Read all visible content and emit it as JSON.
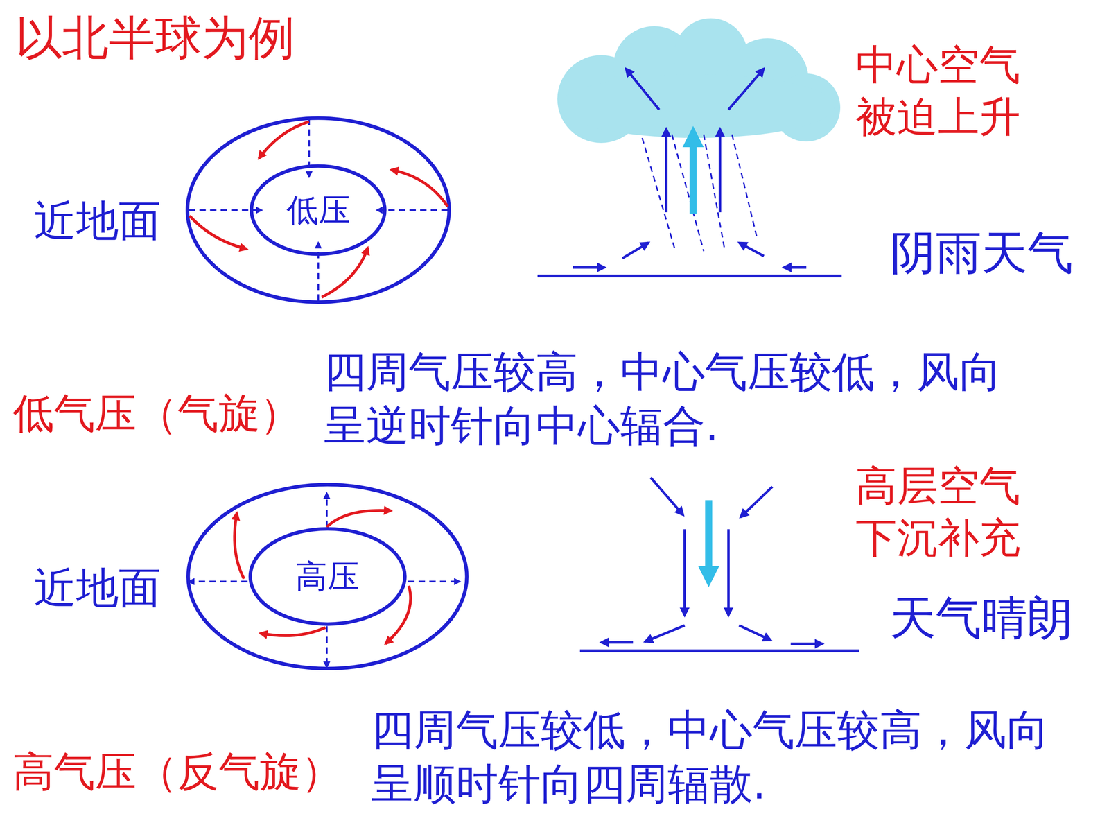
{
  "diagram": {
    "title": "以北半球为例",
    "nodes": [
      {
        "text": [
          "低压"
        ]
      },
      {
        "text": [
          "高压"
        ]
      }
    ],
    "labels": [
      "近地面",
      "中心空气 被迫上升",
      "阴雨天气",
      "低气压（气旋）",
      "四周气压较高，中心气压较低，风向 呈逆时针向中心辐合.",
      "近地面",
      "高层空气 下沉补充",
      "天气晴朗",
      "高气压（反气旋）",
      "四周气压较低，中心气压较高，风向 呈顺时针向四周辐散."
    ]
  }
}
